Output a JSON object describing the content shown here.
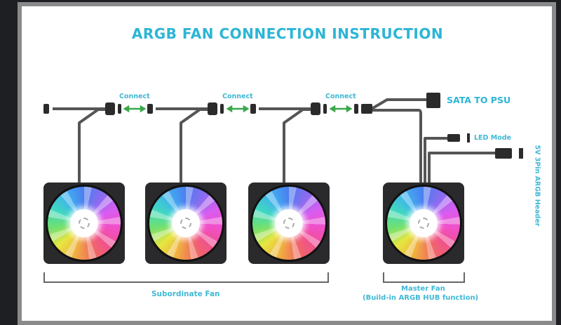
{
  "title": "ARGB FAN CONNECTION INSTRUCTION",
  "connect_labels": [
    "Connect",
    "Connect",
    "Connect"
  ],
  "sata_label": "SATA TO PSU",
  "led_mode_label": "LED Mode",
  "argb_header_label": "5V 3Pin ARGB Header",
  "subordinate_label": "Subordinate Fan",
  "master_label": "Master Fan",
  "master_sublabel": "(Build-in ARGB HUB function)",
  "colors": {
    "accent": "#2cb5d6",
    "arrow": "#3aa84a",
    "cable": "#555555"
  }
}
